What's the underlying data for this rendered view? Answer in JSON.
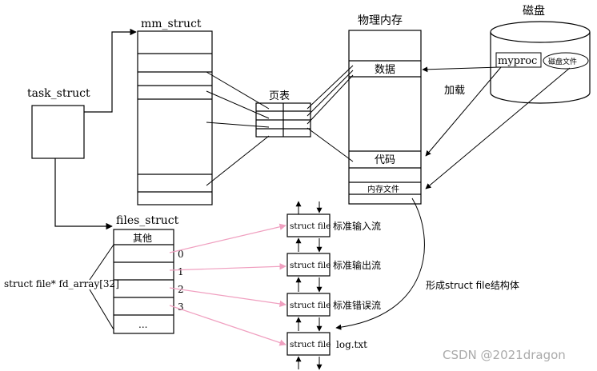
{
  "labels": {
    "task_struct": "task_struct",
    "mm_struct": "mm_struct",
    "page_table": "页表",
    "physical_memory": "物理内存",
    "disk": "磁盘",
    "data": "数据",
    "code": "代码",
    "mem_file": "内存文件",
    "myproc": "myproc",
    "disk_file": "磁盘文件",
    "load": "加载",
    "files_struct": "files_struct",
    "other": "其他",
    "fd_array": "struct file* fd_array[32]",
    "ellipsis": "...",
    "form_struct": "形成struct file结构体"
  },
  "fd_indices": [
    "0",
    "1",
    "2",
    "3"
  ],
  "struct_files": [
    {
      "box": "struct file",
      "desc": "标准输入流"
    },
    {
      "box": "struct file",
      "desc": "标准输出流"
    },
    {
      "box": "struct file",
      "desc": "标准错误流"
    },
    {
      "box": "struct file",
      "desc": "log.txt"
    }
  ],
  "watermark": "CSDN @2021dragon",
  "colors": {
    "line": "#000000",
    "pink_arrow": "#f0a0c0",
    "watermark": "#aaaaaa"
  }
}
